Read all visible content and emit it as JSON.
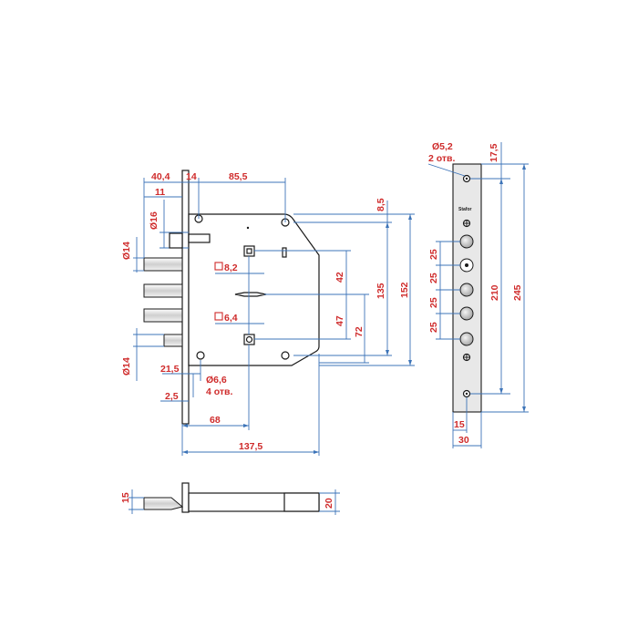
{
  "dimensions": {
    "top_width": "40,4",
    "faceplate_thickness": "14",
    "spindle_offset": "85,5",
    "bolt_top": "11",
    "cylinder_dia": "Ø16",
    "bolt_dia_top": "Ø14",
    "bolt_dia_bottom": "Ø14",
    "bolt_offset": "21,5",
    "plate_offset": "2,5",
    "fixing_holes": "Ø6,6",
    "fixing_holes_count": "4 отв.",
    "square_upper": "8,2",
    "square_lower": "6,4",
    "top_gap": "8,5",
    "spindle_to_key": "42",
    "key_to_handle": "47",
    "dist_72": "72",
    "dist_135": "135",
    "dist_152": "152",
    "backset": "68",
    "case_width": "137,5",
    "strike_hole_dia": "Ø5,2",
    "strike_hole_count": "2 отв.",
    "strike_top": "17,5",
    "strike_pitch_1": "25",
    "strike_pitch_2": "25",
    "strike_pitch_3": "25",
    "strike_pitch_4": "25",
    "strike_hole_span": "210",
    "strike_length": "245",
    "strike_hole_x": "15",
    "strike_width": "30",
    "side_bolt_dia": "15",
    "side_thickness": "20"
  },
  "brand_logo": "Stafor",
  "colors": {
    "dimension_text": "#cf2b2b",
    "dimension_line": "#3d74b8",
    "outline": "#1a1a1a"
  }
}
